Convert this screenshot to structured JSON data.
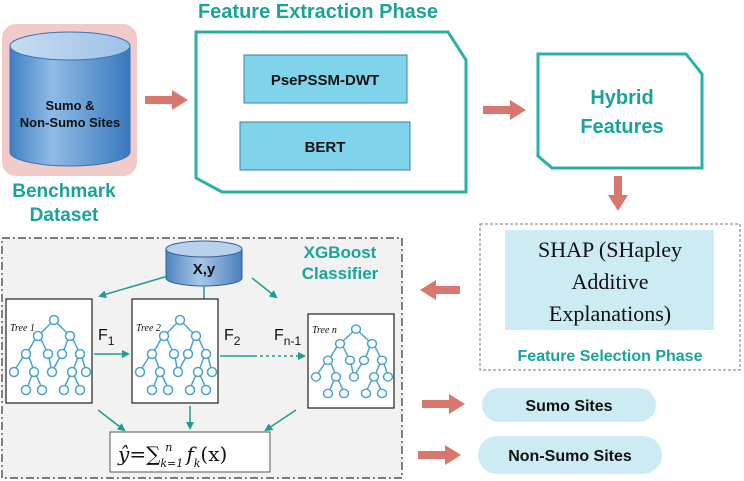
{
  "dataset": {
    "cylinder_text_line1": "Sumo &",
    "cylinder_text_line2": "Non-Sumo Sites",
    "label_line1": "Benchmark",
    "label_line2": "Dataset"
  },
  "feature_extraction": {
    "title": "Feature Extraction Phase",
    "method1": "PsePSSM-DWT",
    "method2": "BERT"
  },
  "hybrid": {
    "line1": "Hybrid",
    "line2": "Features"
  },
  "shap": {
    "line1": "SHAP (SHapley",
    "line2": "Additive",
    "line3": "Explanations)",
    "phase_label": "Feature Selection Phase"
  },
  "xgboost": {
    "label_line1": "XGBoost",
    "label_line2": "Classifier",
    "input": "X,y",
    "tree1": "Tree 1",
    "tree2": "Tree 2",
    "treen": "Tree n",
    "f1": "F",
    "f1_sub": "1",
    "f2": "F",
    "f2_sub": "2",
    "fn": "F",
    "fn_sub": "n-1",
    "formula": "ŷ=∑ f (x)",
    "formula_parts": {
      "yhat": "ŷ",
      "eq": "=",
      "sum": "∑",
      "sub": "k=1",
      "sup": "n",
      "f": "f",
      "fsub": "k",
      "arg": "(x)"
    }
  },
  "outputs": {
    "sumo": "Sumo Sites",
    "non_sumo": "Non-Sumo Sites"
  },
  "colors": {
    "teal_title": "#1aa39a",
    "teal_stroke": "#2bb0a6",
    "light_cyan": "#7fd4ec",
    "pale_cyan": "#cdebf3",
    "arrow_red": "#d9776f",
    "arrow_teal": "#1e9c8f",
    "tree_blue": "#4aa3d0",
    "cylinder_top": "#a9cbea",
    "cylinder_body": "#4d8ecf",
    "cylinder_frame": "#efc7c7"
  }
}
